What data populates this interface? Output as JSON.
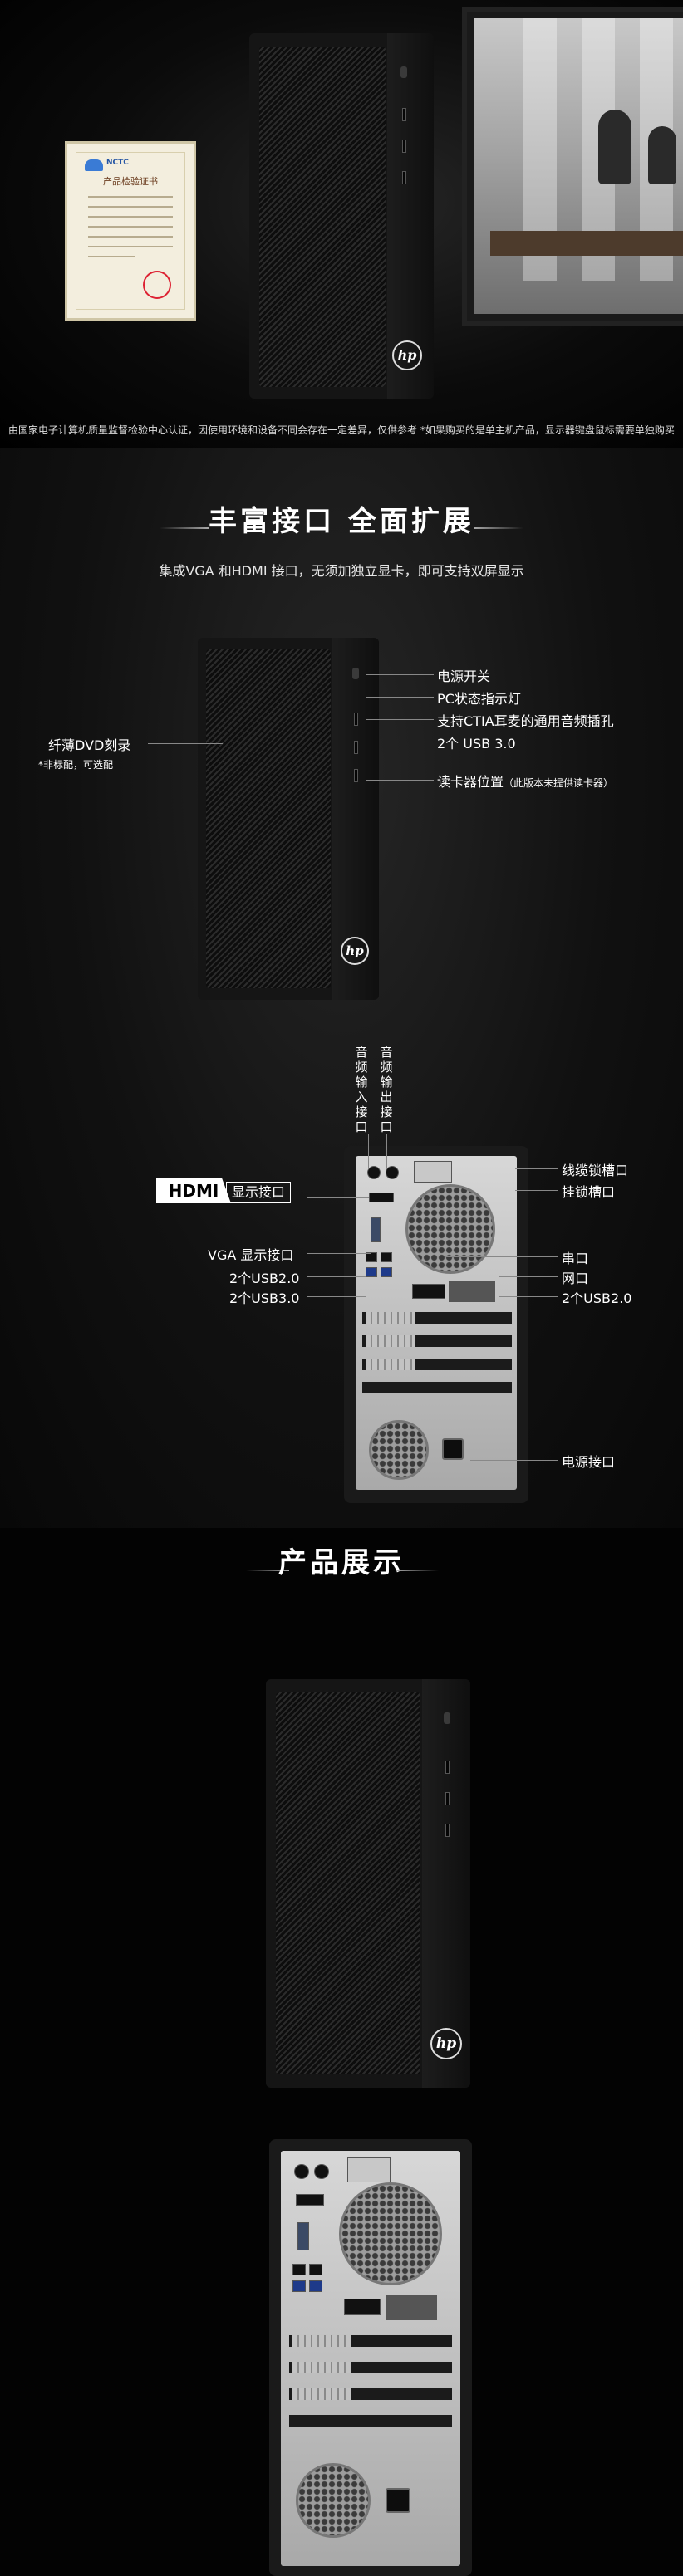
{
  "hero": {
    "certificate": {
      "brand": "NCTC",
      "title": "产品检验证书"
    },
    "product_logo": "hp",
    "disclaimer": "由国家电子计算机质量监督检验中心认证，因使用环境和设备不同会存在一定差异，仅供参考    *如果购买的是单主机产品，显示器键盘鼠标需要单独购买"
  },
  "interfaces": {
    "heading": "丰富接口 全面扩展",
    "subheading": "集成VGA 和HDMI 接口，无须加独立显卡，即可支持双屏显示",
    "front": {
      "dvd_label": "纤薄DVD刻录",
      "dvd_note": "*非标配，可选配",
      "power_button": "电源开关",
      "status_light": "PC状态指示灯",
      "audio_jack": "支持CTIA耳麦的通用音频插孔",
      "usb": "2个 USB 3.0",
      "card_reader": "读卡器位置",
      "card_reader_note": "（此版本未提供读卡器）",
      "logo": "hp"
    },
    "rear": {
      "audio_in": "音频输入接口",
      "audio_out": "音频输出接口",
      "hdmi": "HDMI",
      "display": "显示接口",
      "vga": "VGA 显示接口",
      "usb20_left": "2个USB2.0",
      "usb30_left": "2个USB3.0",
      "cable_lock": "线缆锁槽口",
      "padlock": "挂锁槽口",
      "serial": "串口",
      "network": "网口",
      "usb20_right": "2个USB2.0",
      "power": "电源接口"
    }
  },
  "show": {
    "heading": "产品展示",
    "logo": "hp"
  }
}
